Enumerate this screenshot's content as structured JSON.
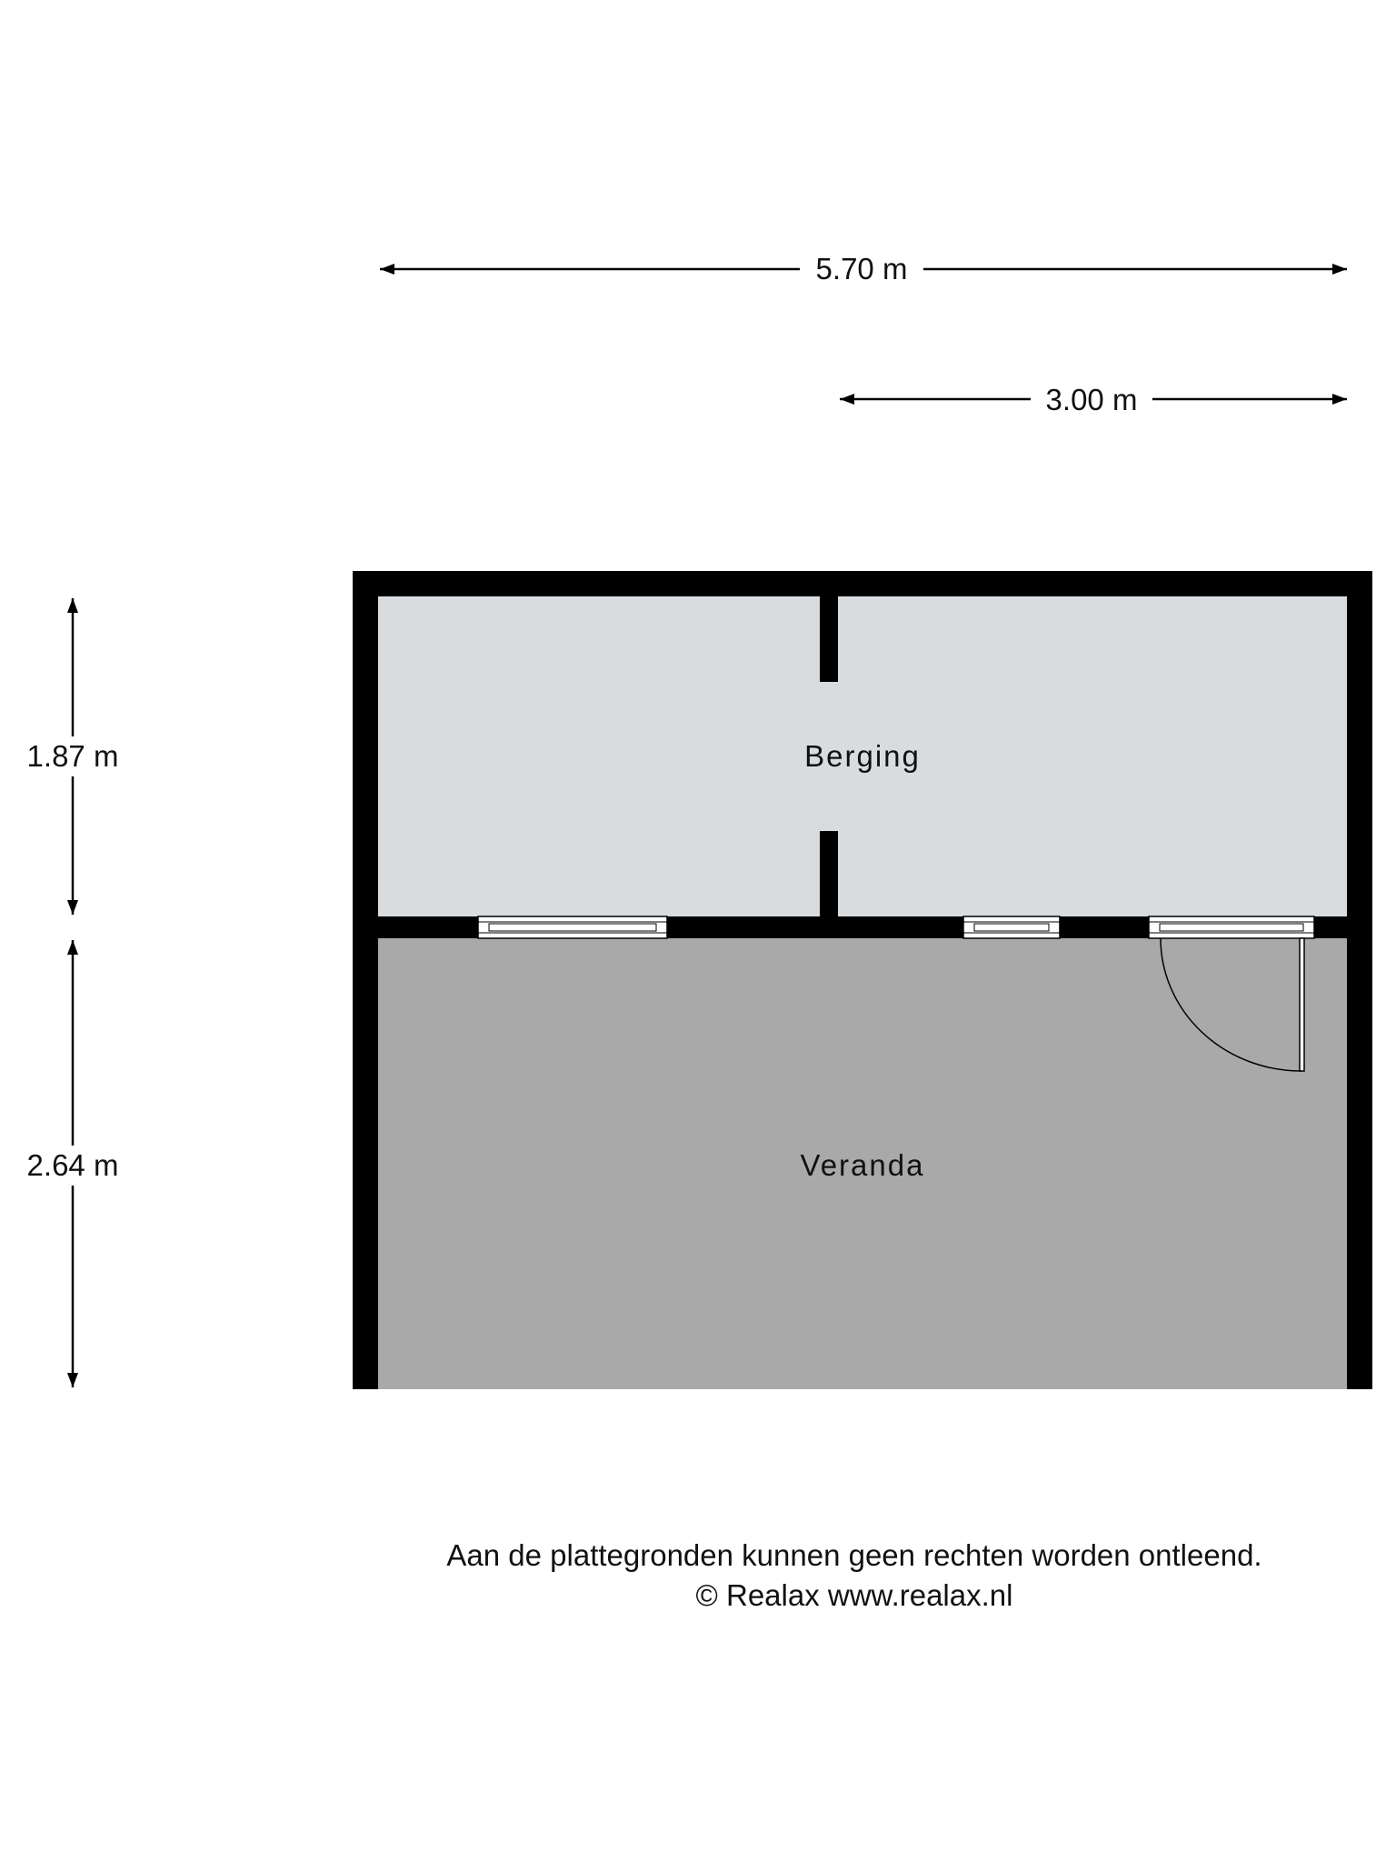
{
  "dimensions": {
    "total_width": "5.70 m",
    "partial_width": "3.00 m",
    "berging_depth": "1.87 m",
    "veranda_depth": "2.64 m"
  },
  "rooms": {
    "berging": "Berging",
    "veranda": "Veranda"
  },
  "footer": {
    "disclaimer": "Aan de plattegronden kunnen geen rechten worden ontleend.",
    "copyright": "© Realax www.realax.nl"
  },
  "colors": {
    "wall": "#000000",
    "berging_fill": "#d9dcdf",
    "veranda_fill": "#a9a9a9"
  }
}
